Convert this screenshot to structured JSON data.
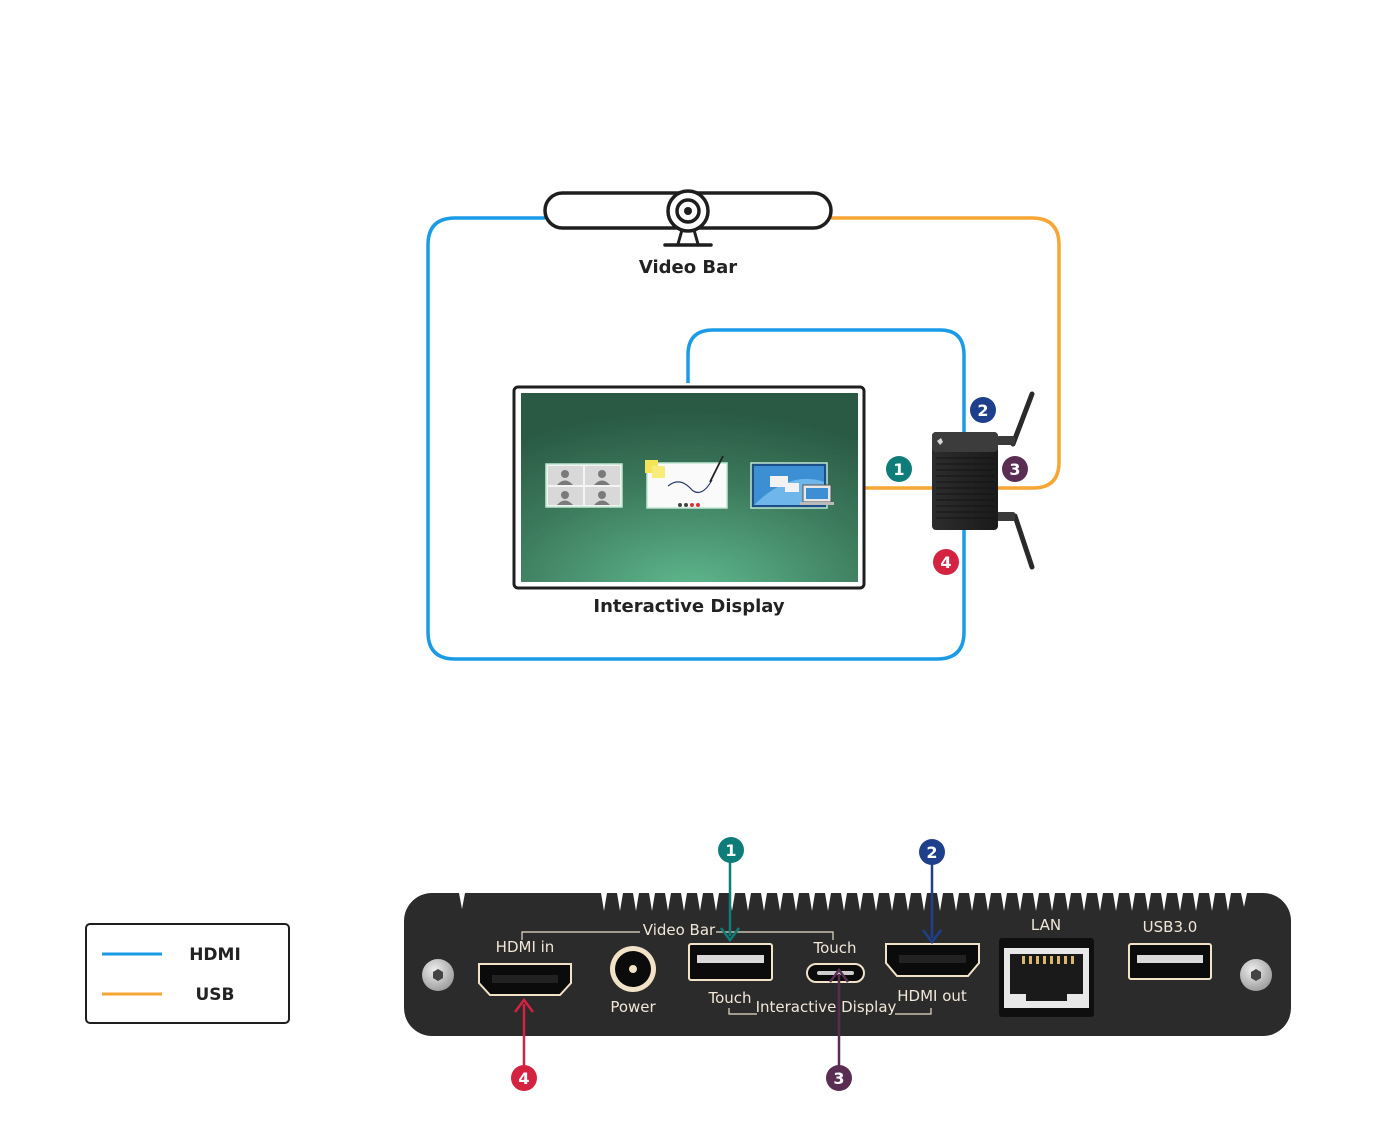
{
  "top": {
    "video_bar_label": "Video Bar",
    "display_label": "Interactive Display"
  },
  "badges": {
    "one": "1",
    "two": "2",
    "three": "3",
    "four": "4"
  },
  "legend": {
    "hdmi_label": "HDMI",
    "usb_label": "USB"
  },
  "panel": {
    "hdmi_in": "HDMI in",
    "power": "Power",
    "video_bar": "Video Bar",
    "touch_usb": "Touch",
    "touch_usbc": "Touch",
    "interactive_display": "Interactive Display",
    "hdmi_out": "HDMI out",
    "lan": "LAN",
    "usb3": "USB3.0"
  },
  "colors": {
    "hdmi": "#1a9be8",
    "usb": "#f5a633",
    "badge1": "#0e7d79",
    "badge2": "#1e3f8c",
    "badge3": "#5a2e52",
    "badge4": "#d32340",
    "port_outline": "#f1e2c8"
  }
}
